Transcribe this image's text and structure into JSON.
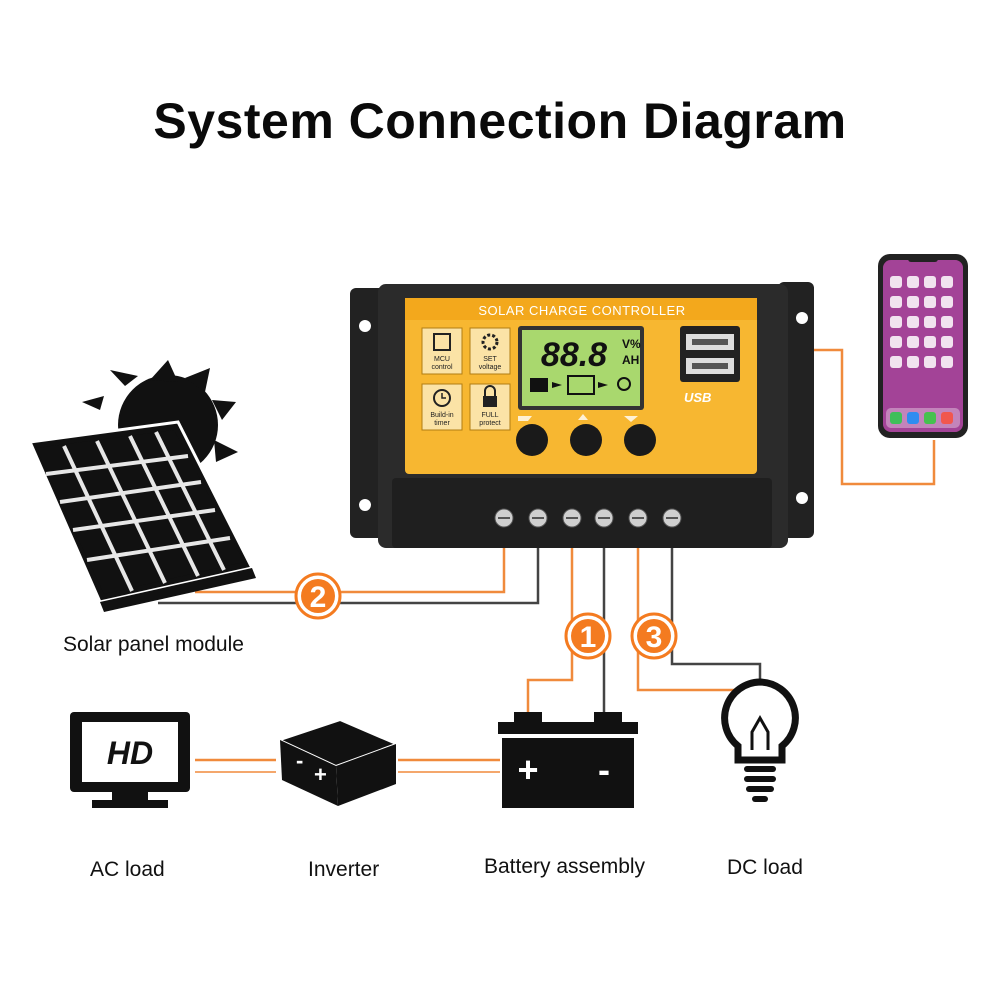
{
  "title": "System Connection Diagram",
  "controller": {
    "name_plate": "SOLAR CHARGE CONTROLLER",
    "lcd_digits": "88.8",
    "lcd_unit_top": "V%",
    "lcd_unit_bottom": "AH",
    "usb_label": "USB",
    "features": [
      {
        "icon": "chip-icon",
        "line1": "MCU",
        "line2": "control"
      },
      {
        "icon": "gear-icon",
        "line1": "SET",
        "line2": "voltage"
      },
      {
        "icon": "clock-icon",
        "line1": "Build-in",
        "line2": "timer"
      },
      {
        "icon": "lock-icon",
        "line1": "FULL",
        "line2": "protect"
      }
    ]
  },
  "steps": {
    "one": "1",
    "two": "2",
    "three": "3"
  },
  "components": {
    "solar_panel": "Solar panel module",
    "ac_load": "AC load",
    "inverter": "Inverter",
    "battery": "Battery assembly",
    "dc_load": "DC load"
  },
  "colors": {
    "controller_face": "#f7b731",
    "controller_body": "#2b2b2b",
    "lcd": "#a9d86e",
    "wire_orange": "#f08a3c",
    "wire_gray": "#444444",
    "step_badge": "#f47b20"
  },
  "inverter_symbols": {
    "minus": "-",
    "plus": "+"
  },
  "battery_symbols": {
    "plus": "+",
    "minus": "-"
  },
  "tv_badge": "HD"
}
